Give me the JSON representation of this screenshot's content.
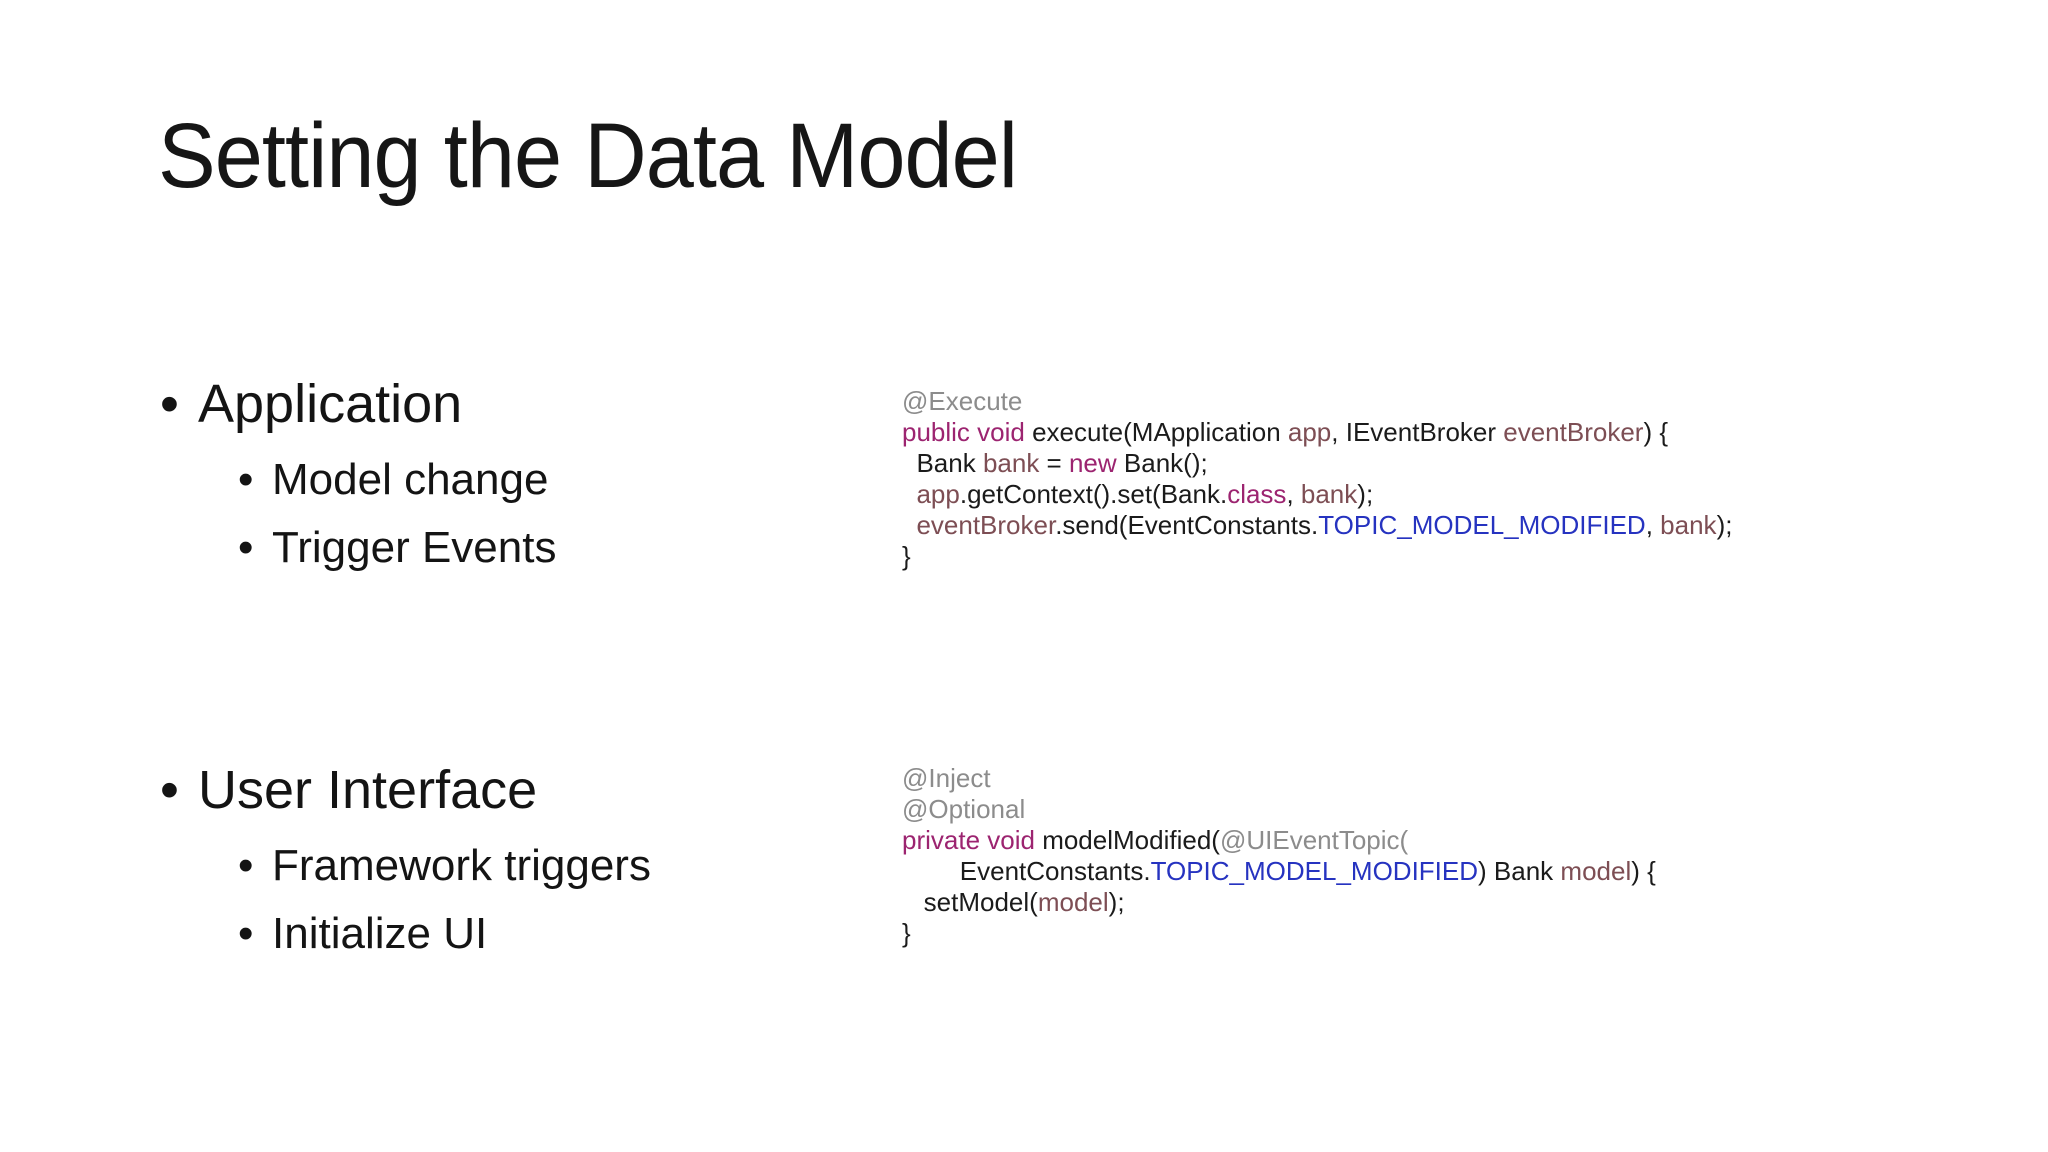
{
  "slide": {
    "title": "Setting the Data Model",
    "bullet_char": "•",
    "bullet_groups": [
      {
        "label": "Application",
        "sub_items": [
          "Model change",
          "Trigger Events"
        ]
      },
      {
        "label": "User Interface",
        "sub_items": [
          "Framework triggers",
          "Initialize UI"
        ]
      }
    ],
    "code_colors": {
      "plain": "#1b1b1b",
      "keyword": "#9c2470",
      "variable": "#7d4e54",
      "annotation": "#8c8c8c",
      "constant": "#2633c0"
    },
    "code_blocks": [
      {
        "name": "execute-snippet",
        "lines": [
          [
            {
              "text": "@Execute",
              "type": "annotation"
            }
          ],
          [
            {
              "text": "public void",
              "type": "keyword"
            },
            {
              "text": " execute(MApplication ",
              "type": "plain"
            },
            {
              "text": "app",
              "type": "variable"
            },
            {
              "text": ", IEventBroker ",
              "type": "plain"
            },
            {
              "text": "eventBroker",
              "type": "variable"
            },
            {
              "text": ") {",
              "type": "plain"
            }
          ],
          [
            {
              "text": "  Bank ",
              "type": "plain"
            },
            {
              "text": "bank",
              "type": "variable"
            },
            {
              "text": " = ",
              "type": "plain"
            },
            {
              "text": "new",
              "type": "keyword"
            },
            {
              "text": " Bank();",
              "type": "plain"
            }
          ],
          [
            {
              "text": "  ",
              "type": "plain"
            },
            {
              "text": "app",
              "type": "variable"
            },
            {
              "text": ".getContext().set(Bank.",
              "type": "plain"
            },
            {
              "text": "class",
              "type": "keyword"
            },
            {
              "text": ", ",
              "type": "plain"
            },
            {
              "text": "bank",
              "type": "variable"
            },
            {
              "text": ");",
              "type": "plain"
            }
          ],
          [
            {
              "text": "  ",
              "type": "plain"
            },
            {
              "text": "eventBroker",
              "type": "variable"
            },
            {
              "text": ".send(EventConstants.",
              "type": "plain"
            },
            {
              "text": "TOPIC_MODEL_MODIFIED",
              "type": "constant"
            },
            {
              "text": ", ",
              "type": "plain"
            },
            {
              "text": "bank",
              "type": "variable"
            },
            {
              "text": ");",
              "type": "plain"
            }
          ],
          [
            {
              "text": "}",
              "type": "plain"
            }
          ]
        ]
      },
      {
        "name": "model-modified-snippet",
        "lines": [
          [
            {
              "text": "@Inject",
              "type": "annotation"
            }
          ],
          [
            {
              "text": "@Optional",
              "type": "annotation"
            }
          ],
          [
            {
              "text": "private void",
              "type": "keyword"
            },
            {
              "text": " modelModified(",
              "type": "plain"
            },
            {
              "text": "@UIEventTopic(",
              "type": "annotation"
            }
          ],
          [
            {
              "text": "        EventConstants.",
              "type": "plain"
            },
            {
              "text": "TOPIC_MODEL_MODIFIED",
              "type": "constant"
            },
            {
              "text": ") Bank ",
              "type": "plain"
            },
            {
              "text": "model",
              "type": "variable"
            },
            {
              "text": ") {",
              "type": "plain"
            }
          ],
          [
            {
              "text": "   setModel(",
              "type": "plain"
            },
            {
              "text": "model",
              "type": "variable"
            },
            {
              "text": ");",
              "type": "plain"
            }
          ],
          [
            {
              "text": "}",
              "type": "plain"
            }
          ]
        ]
      }
    ]
  }
}
